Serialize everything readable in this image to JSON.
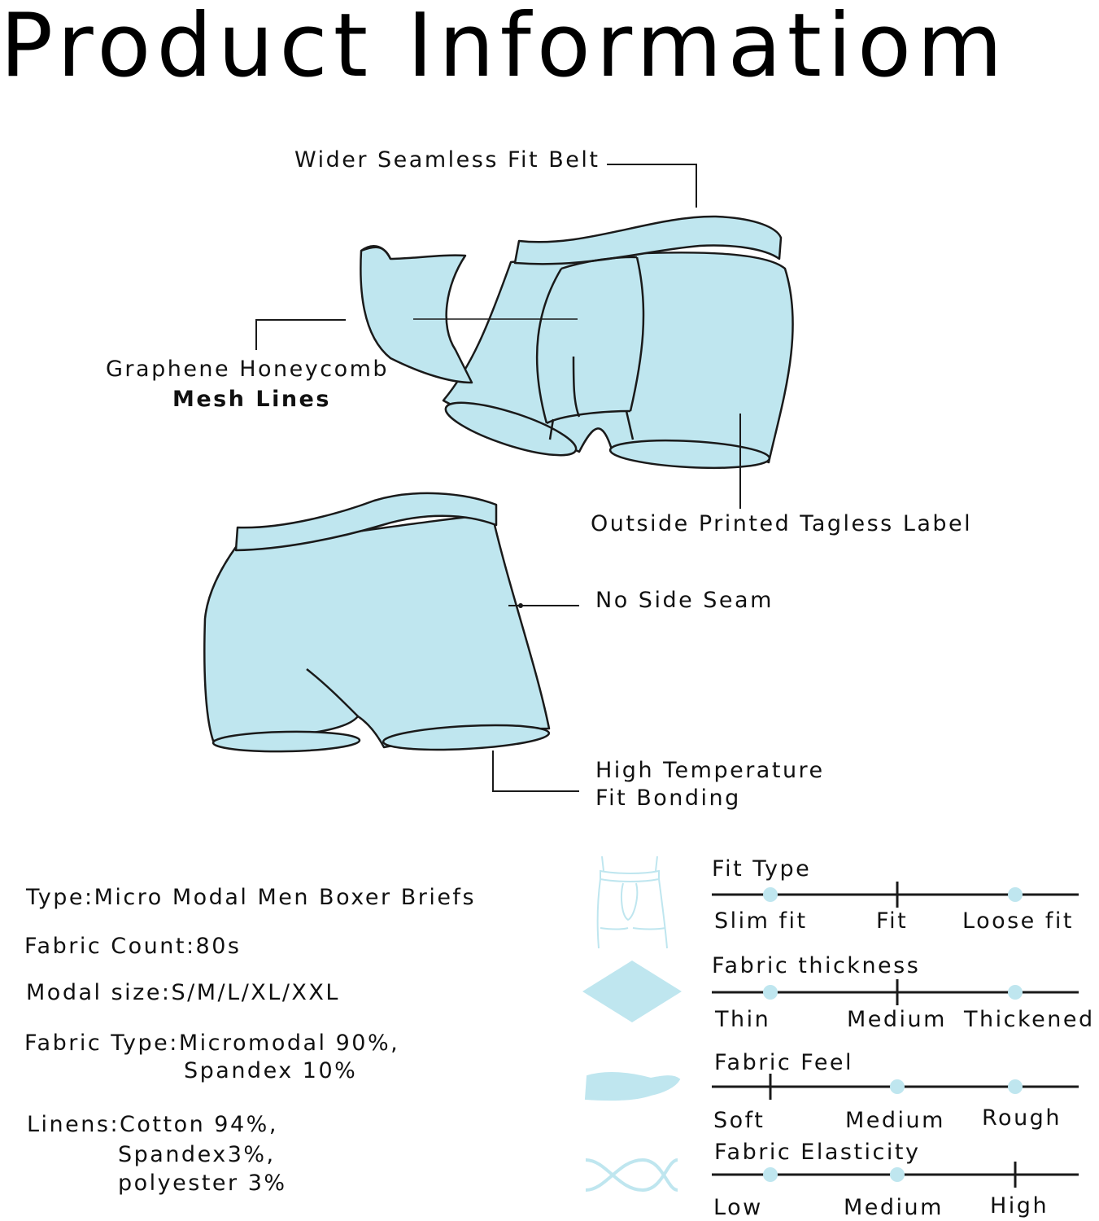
{
  "title": "Product Informatiom",
  "accent_color": "#bfe6ef",
  "outline_color": "#1a1a1a",
  "diagram": {
    "front_view": {
      "callouts": {
        "belt": "Wider Seamless Fit Belt",
        "mesh_line1": "Graphene Honeycomb",
        "mesh_line2": "Mesh Lines",
        "label": "Outside Printed Tagless Label"
      }
    },
    "back_view": {
      "callouts": {
        "seam": "No Side Seam",
        "bonding_line1": "High Temperature",
        "bonding_line2": "Fit Bonding"
      }
    }
  },
  "specs": {
    "type": "Type:Micro Modal Men Boxer Briefs",
    "fabric_count": "Fabric Count:80s",
    "sizes": "Modal size:S/M/L/XL/XXL",
    "fabric_type_line1": "Fabric Type:Micromodal 90%,",
    "fabric_type_line2": "Spandex 10%",
    "linens_line1": "Linens:Cotton 94%,",
    "linens_line2": "Spandex3%,",
    "linens_line3": "polyester 3%"
  },
  "scales": [
    {
      "icon": "boxer-outline-icon",
      "title": "Fit Type",
      "labels": [
        "Slim fit",
        "Fit",
        "Loose fit"
      ],
      "selected_index": 1
    },
    {
      "icon": "fabric-diamond-icon",
      "title": "Fabric thickness",
      "labels": [
        "Thin",
        "Medium",
        "Thickened"
      ],
      "selected_index": 1
    },
    {
      "icon": "hand-icon",
      "title": "Fabric Feel",
      "labels": [
        "Soft",
        "Medium",
        "Rough"
      ],
      "selected_index": 0
    },
    {
      "icon": "stretch-wave-icon",
      "title": "Fabric Elasticity",
      "labels": [
        "Low",
        "Medium",
        "High"
      ],
      "selected_index": 2
    }
  ]
}
